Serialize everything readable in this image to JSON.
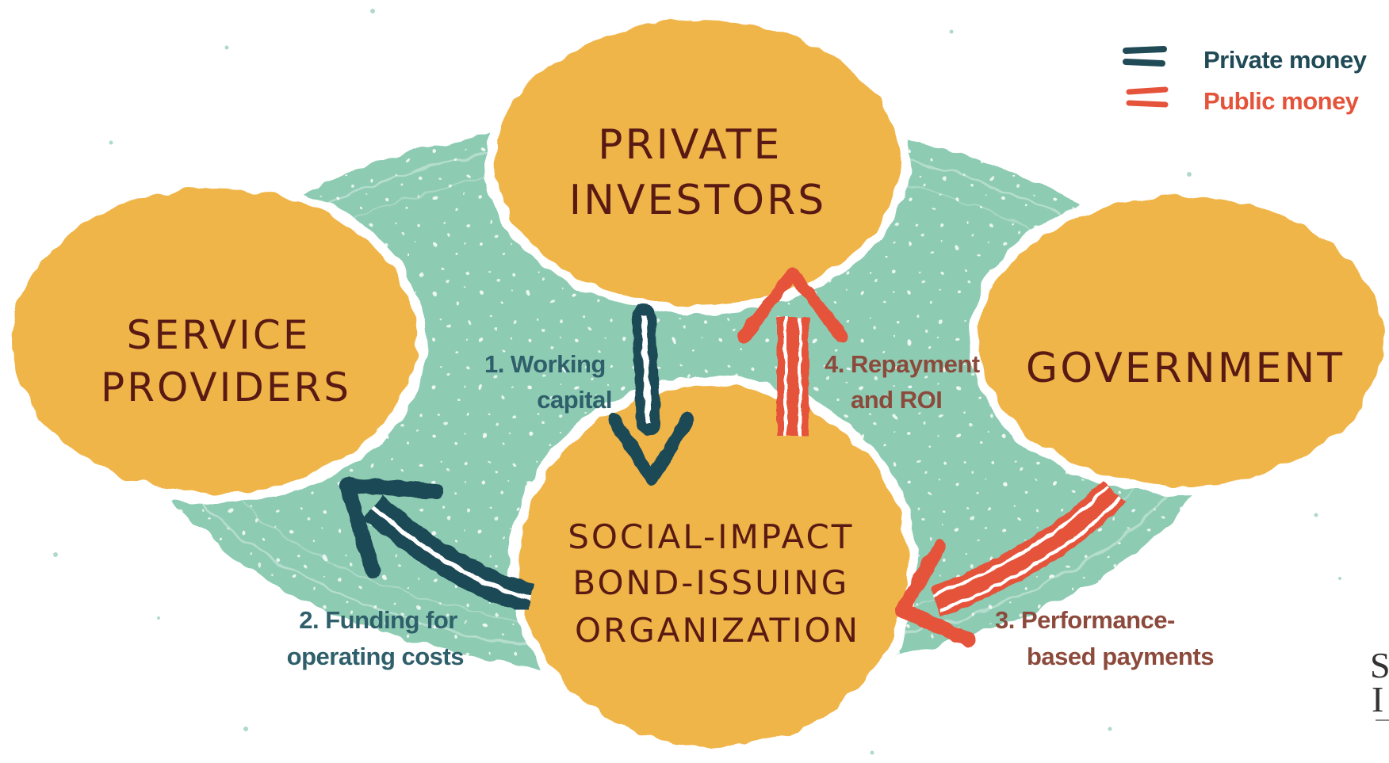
{
  "nodes": {
    "private_investors": {
      "line1": "PRIVATE",
      "line2": "INVESTORS"
    },
    "service_providers": {
      "line1": "SERVICE",
      "line2": "PROVIDERS"
    },
    "government": {
      "line1": "GOVERNMENT"
    },
    "sib_org": {
      "line1": "SOCIAL-IMPACT",
      "line2": "BOND-ISSUING",
      "line3": "ORGANIZATION"
    }
  },
  "flows": [
    {
      "line1": "1. Working",
      "line2": "capital",
      "money": "private"
    },
    {
      "line1": "2. Funding for",
      "line2": "operating costs",
      "money": "private"
    },
    {
      "line1": "3. Performance-",
      "line2": "based payments",
      "money": "public"
    },
    {
      "line1": "4. Repayment",
      "line2": "and ROI",
      "money": "public"
    }
  ],
  "legend": {
    "private": {
      "label": "Private money",
      "color": "#1f4a56"
    },
    "public": {
      "label": "Public money",
      "color": "#e5533a"
    }
  },
  "colors": {
    "blob": "#f0b54a",
    "background_blob": "#8dcbb3",
    "private_arrow": "#1f4a56",
    "public_arrow": "#e5533a",
    "node_text": "#5a1a14"
  }
}
